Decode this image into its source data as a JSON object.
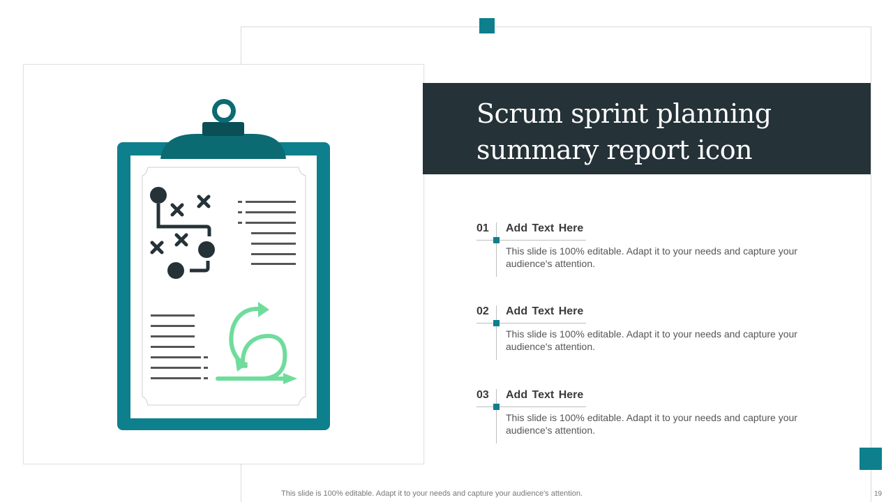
{
  "title": {
    "line1": "Scrum sprint planning",
    "line2": "summary report icon"
  },
  "items": [
    {
      "number": "01",
      "heading": "Add  Text Here",
      "body": "This slide is 100% editable. Adapt it to your needs and capture your audience's attention."
    },
    {
      "number": "02",
      "heading": "Add  Text Here",
      "body": "This slide is 100% editable. Adapt it to your needs and capture your audience's attention."
    },
    {
      "number": "03",
      "heading": "Add  Text Here",
      "body": "This slide is 100% editable. Adapt it to your needs and capture your audience's attention."
    }
  ],
  "footer": {
    "text": "This slide is 100% editable. Adapt it to your needs and capture your audience's attention.",
    "page_number": "19"
  },
  "icon": {
    "name": "scrum-clipboard-icon"
  },
  "colors": {
    "accent": "#0e7f8c",
    "banner": "#253238",
    "dark_icon": "#253238",
    "green": "#6fdc9c",
    "clipboard_top": "#0b6a72"
  }
}
